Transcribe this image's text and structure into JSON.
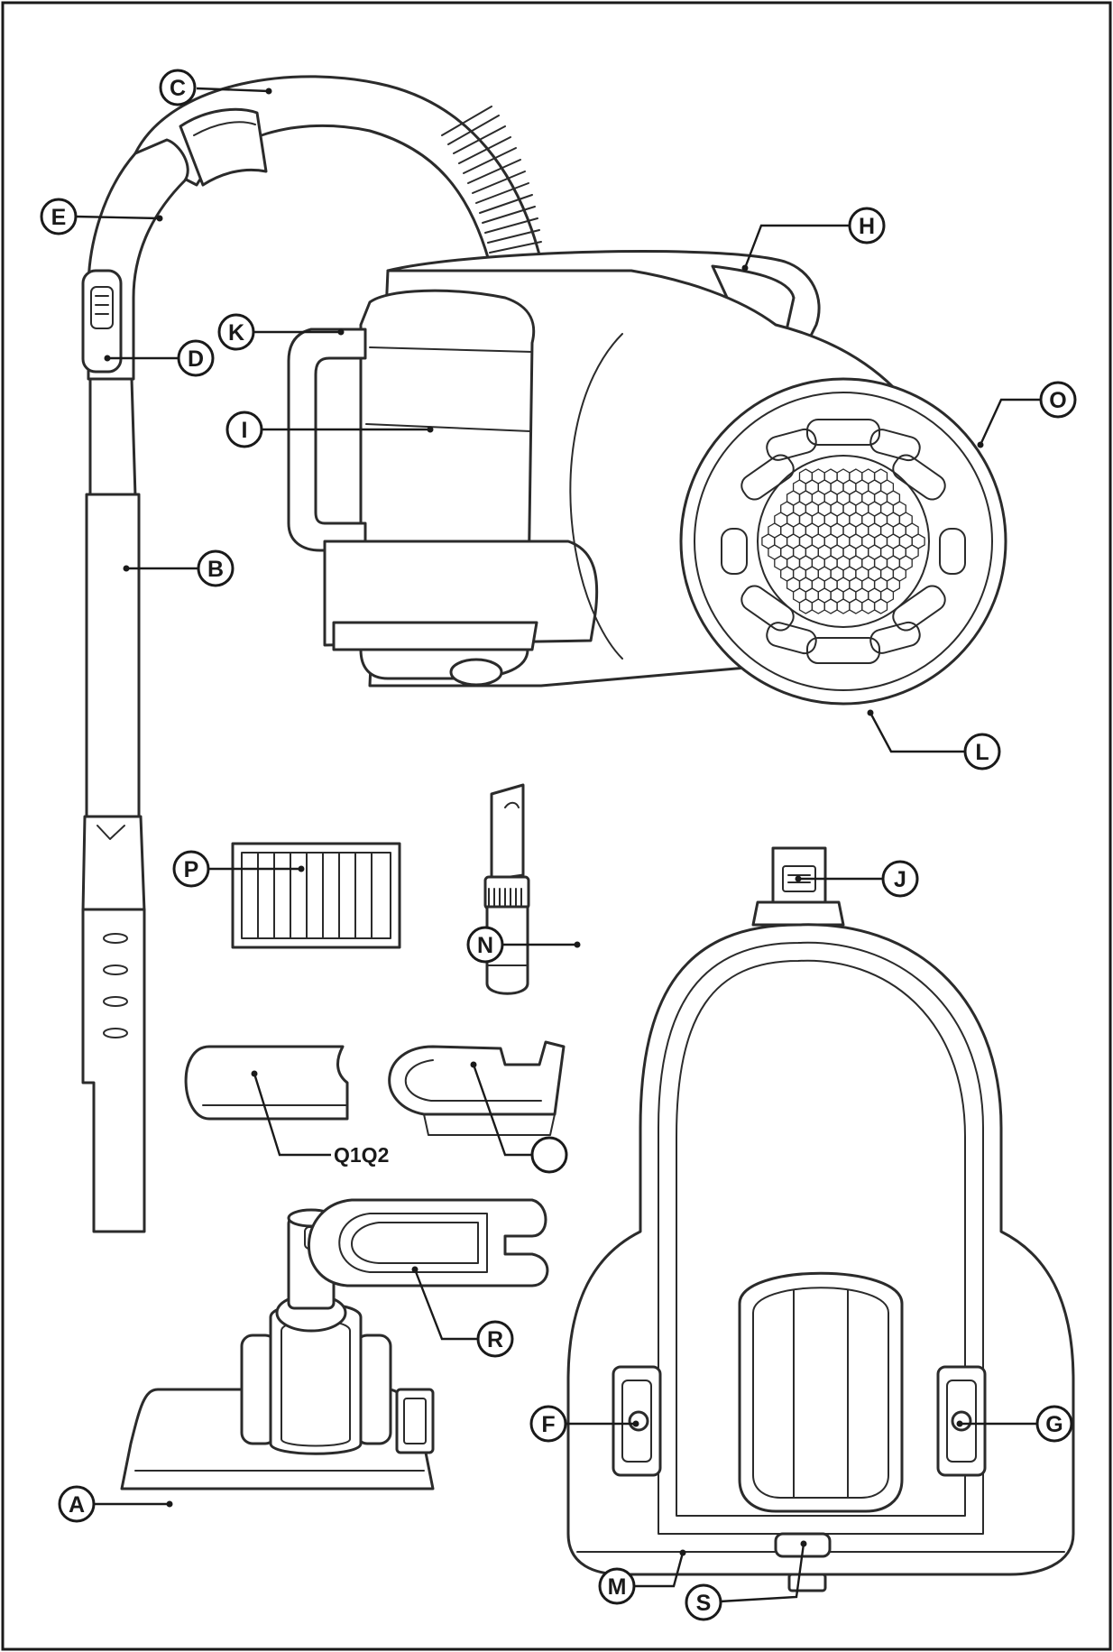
{
  "labels": {
    "A": "A",
    "B": "B",
    "C": "C",
    "D": "D",
    "E": "E",
    "F": "F",
    "G": "G",
    "H": "H",
    "I": "I",
    "J": "J",
    "K": "K",
    "L": "L",
    "M": "M",
    "N": "N",
    "O": "O",
    "P": "P",
    "Q": "Q1Q2",
    "R": "R",
    "S": "S"
  }
}
